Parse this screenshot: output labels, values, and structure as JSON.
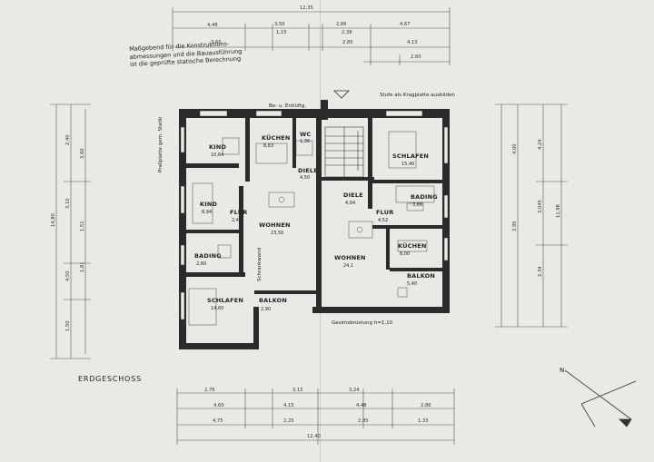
{
  "note": {
    "line1": "Maßgebend für die Konstruktions-",
    "line2": "abmessungen und die Bauausführung",
    "line3": "ist die geprüfte statische Berechnung"
  },
  "floor_label": "ERDGESCHOSS",
  "north_label": "N",
  "rooms": [
    {
      "name": "KIND",
      "area": "10,64"
    },
    {
      "name": "KÜCHEN",
      "area": "8,83"
    },
    {
      "name": "WC",
      "area": "1,36"
    },
    {
      "name": "DIELE",
      "area": "4,50"
    },
    {
      "name": "KIND",
      "area": "8,94"
    },
    {
      "name": "FLUR",
      "area": "2,49"
    },
    {
      "name": "WOHNEN",
      "area": "23,50"
    },
    {
      "name": "BADING",
      "area": "2,60"
    },
    {
      "name": "SCHLAFEN",
      "area": "14,60"
    },
    {
      "name": "BALKON",
      "area": "2,90"
    },
    {
      "name": "SCHLAFEN",
      "area": "15,40"
    },
    {
      "name": "DIELE",
      "area": "4,94"
    },
    {
      "name": "BADING",
      "area": "3,66"
    },
    {
      "name": "FLUR",
      "area": "4,52"
    },
    {
      "name": "KÜCHEN",
      "area": "8,00"
    },
    {
      "name": "WOHNEN",
      "area": "24,1"
    },
    {
      "name": "BALKON",
      "area": "5,40"
    }
  ],
  "annotations": [
    "Be- u. Entlüftg.",
    "Stufe als Kragplatte ausbilden",
    "Gesimsbrüstung h=1,10",
    "Prallplatte gem. Statik",
    "Schrankwand"
  ],
  "dimensions": {
    "top": [
      "12,35",
      "4,48",
      "3,50",
      "2,86",
      "4,67",
      "1,15",
      "2,38",
      "3,65",
      "2,85",
      "4,13",
      "2,60"
    ],
    "left": [
      "14,80",
      "2,40",
      "3,10",
      "4,50",
      "1,50",
      "3,60",
      "1,51",
      "1,81"
    ],
    "right": [
      "4,00",
      "3,95",
      "4,24",
      "3,045",
      "2,34",
      "11,98"
    ],
    "bottom": [
      "2,76",
      "3,15",
      "3,24",
      "4,60",
      "4,15",
      "4,48",
      "2,86",
      "4,75",
      "2,25",
      "2,85",
      "1,33",
      "12,40"
    ]
  }
}
